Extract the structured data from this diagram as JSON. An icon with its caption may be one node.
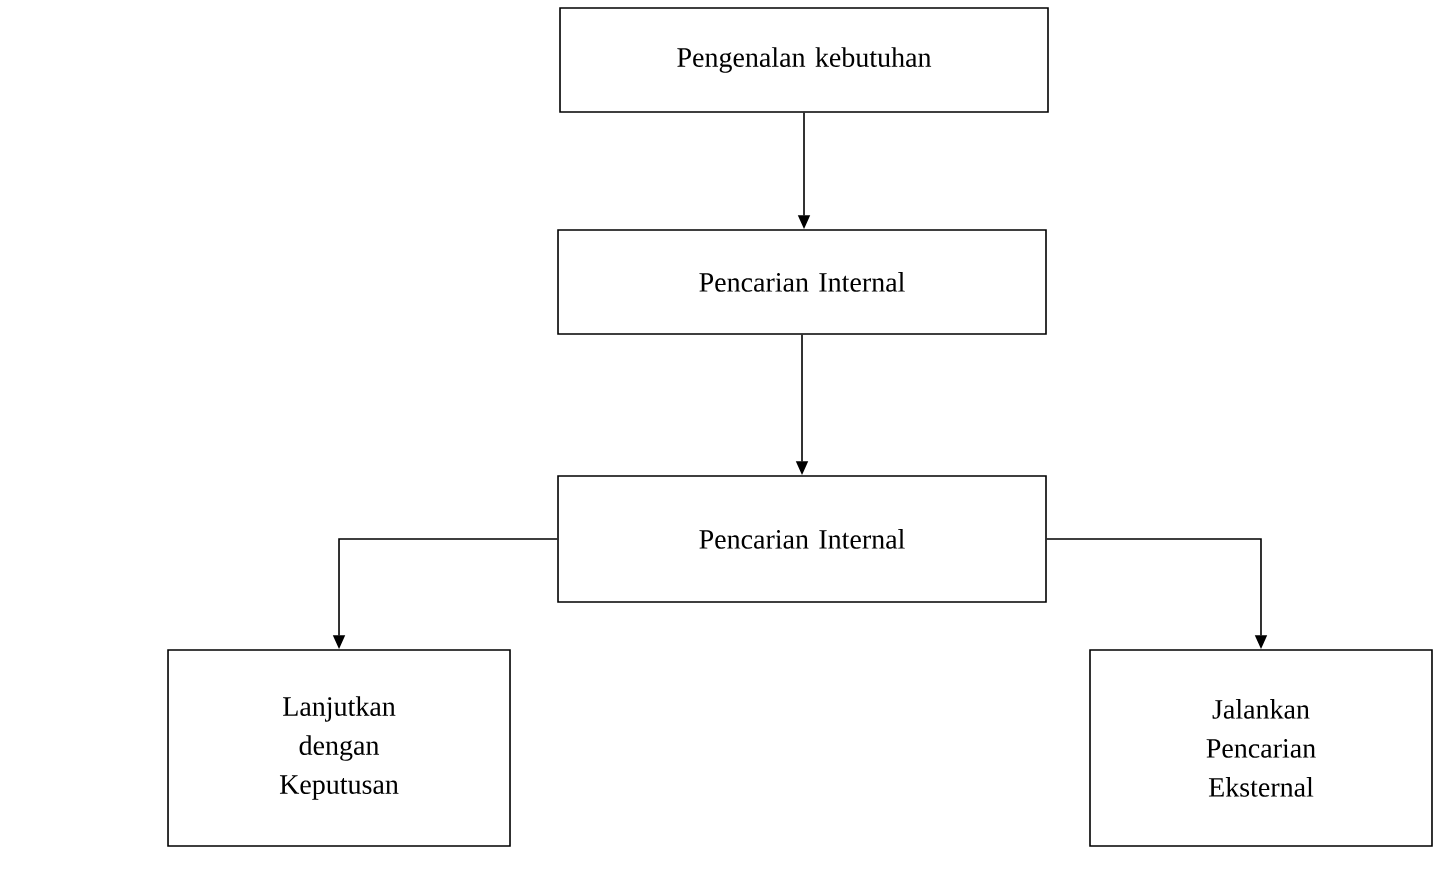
{
  "diagram": {
    "nodes": [
      {
        "text": [
          "Pengenalan kebutuhan"
        ]
      },
      {
        "text": [
          "Pencarian Internal"
        ]
      },
      {
        "text": [
          "Pencarian Internal"
        ]
      },
      {
        "text": [
          "Lanjutkan dengan Keputusan"
        ]
      },
      {
        "text": [
          "Jalankan Pencarian Eksternal"
        ]
      }
    ],
    "edges": [
      {
        "from": 0,
        "to": 1,
        "arrow": "to"
      },
      {
        "from": 1,
        "to": 2,
        "arrow": "to"
      },
      {
        "from": 2,
        "to": 3,
        "arrow": "to"
      },
      {
        "from": 2,
        "to": 4,
        "arrow": "to"
      }
    ]
  }
}
